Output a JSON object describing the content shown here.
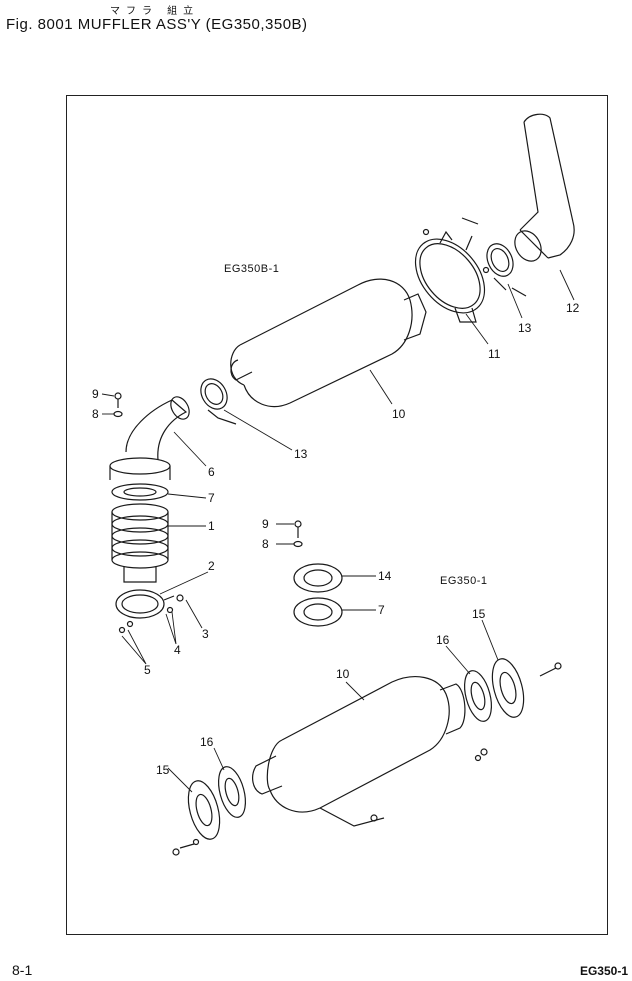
{
  "header": {
    "kana": "マフラ 組立",
    "title": "Fig. 8001 MUFFLER ASS'Y (EG350,350B)"
  },
  "sections": {
    "upper": "EG350B-1",
    "lower": "EG350-1"
  },
  "callouts": [
    {
      "id": "c12",
      "text": "12"
    },
    {
      "id": "c13a",
      "text": "13"
    },
    {
      "id": "c11",
      "text": "11"
    },
    {
      "id": "c10a",
      "text": "10"
    },
    {
      "id": "c13b",
      "text": "13"
    },
    {
      "id": "c9a",
      "text": "9"
    },
    {
      "id": "c8a",
      "text": "8"
    },
    {
      "id": "c6",
      "text": "6"
    },
    {
      "id": "c7a",
      "text": "7"
    },
    {
      "id": "c1",
      "text": "1"
    },
    {
      "id": "c2",
      "text": "2"
    },
    {
      "id": "c3",
      "text": "3"
    },
    {
      "id": "c4",
      "text": "4"
    },
    {
      "id": "c5",
      "text": "5"
    },
    {
      "id": "c9b",
      "text": "9"
    },
    {
      "id": "c8b",
      "text": "8"
    },
    {
      "id": "c14",
      "text": "14"
    },
    {
      "id": "c7b",
      "text": "7"
    },
    {
      "id": "c15a",
      "text": "15"
    },
    {
      "id": "c16a",
      "text": "16"
    },
    {
      "id": "c10b",
      "text": "10"
    },
    {
      "id": "c16b",
      "text": "16"
    },
    {
      "id": "c15b",
      "text": "15"
    }
  ],
  "footer": {
    "page": "8-1",
    "model": "EG350-1"
  }
}
